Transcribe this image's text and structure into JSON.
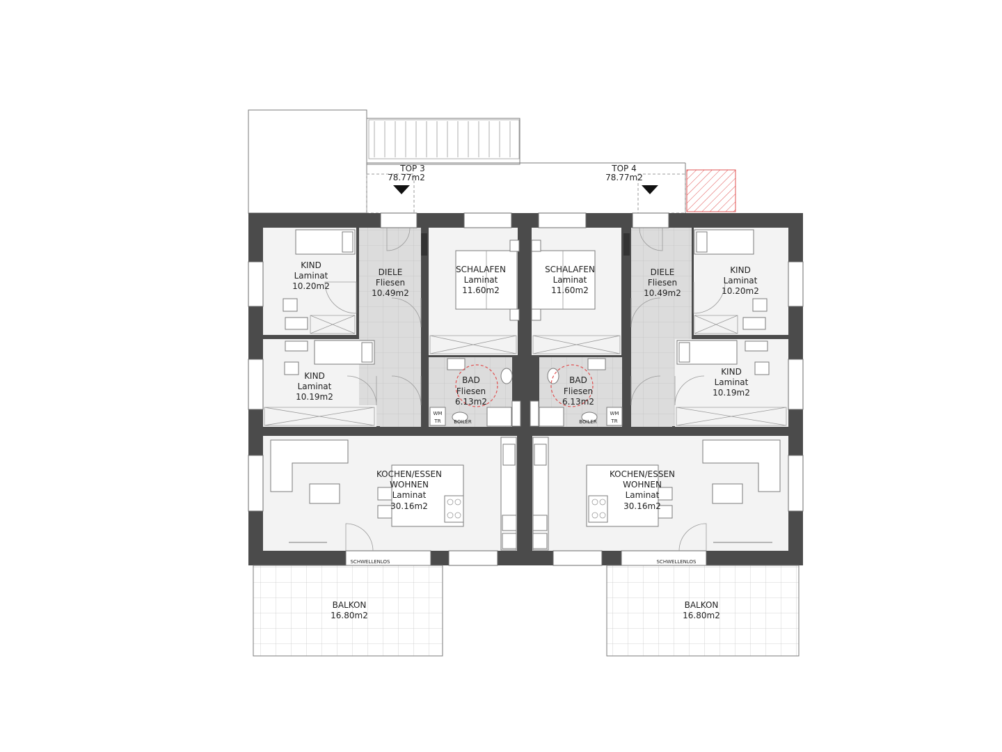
{
  "plan": {
    "units": [
      {
        "name": "TOP 3",
        "area": "78.77m2"
      },
      {
        "name": "TOP 4",
        "area": "78.77m2"
      }
    ],
    "rooms": {
      "kind_tl": {
        "name": "KIND",
        "floor": "Laminat",
        "area": "10.20m2"
      },
      "kind_bl": {
        "name": "KIND",
        "floor": "Laminat",
        "area": "10.19m2"
      },
      "diele_l": {
        "name": "DIELE",
        "floor": "Fliesen",
        "area": "10.49m2"
      },
      "schlaf_l": {
        "name": "SCHALAFEN",
        "floor": "Laminat",
        "area": "11.60m2"
      },
      "bad_l": {
        "name": "BAD",
        "floor": "Fliesen",
        "area": "6.13m2"
      },
      "kochen_l": {
        "name1": "KOCHEN/ESSEN",
        "name2": "WOHNEN",
        "floor": "Laminat",
        "area": "30.16m2"
      },
      "balkon_l": {
        "name": "BALKON",
        "area": "16.80m2"
      },
      "schlaf_r": {
        "name": "SCHALAFEN",
        "floor": "Laminat",
        "area": "11.60m2"
      },
      "diele_r": {
        "name": "DIELE",
        "floor": "Fliesen",
        "area": "10.49m2"
      },
      "kind_tr": {
        "name": "KIND",
        "floor": "Laminat",
        "area": "10.20m2"
      },
      "kind_br": {
        "name": "KIND",
        "floor": "Laminat",
        "area": "10.19m2"
      },
      "bad_r": {
        "name": "BAD",
        "floor": "Fliesen",
        "area": "6.13m2"
      },
      "kochen_r": {
        "name1": "KOCHEN/ESSEN",
        "name2": "WOHNEN",
        "floor": "Laminat",
        "area": "30.16m2"
      },
      "balkon_r": {
        "name": "BALKON",
        "area": "16.80m2"
      }
    },
    "fixtures": {
      "wm": "WM",
      "tr": "TR",
      "boiler": "BOILER",
      "threshold": "SCHWELLENLOS"
    },
    "colors": {
      "wall": "#4b4b4b",
      "tile": "#dcdcdc",
      "floor": "#f3f3f3",
      "hatch": "#e05050"
    }
  }
}
